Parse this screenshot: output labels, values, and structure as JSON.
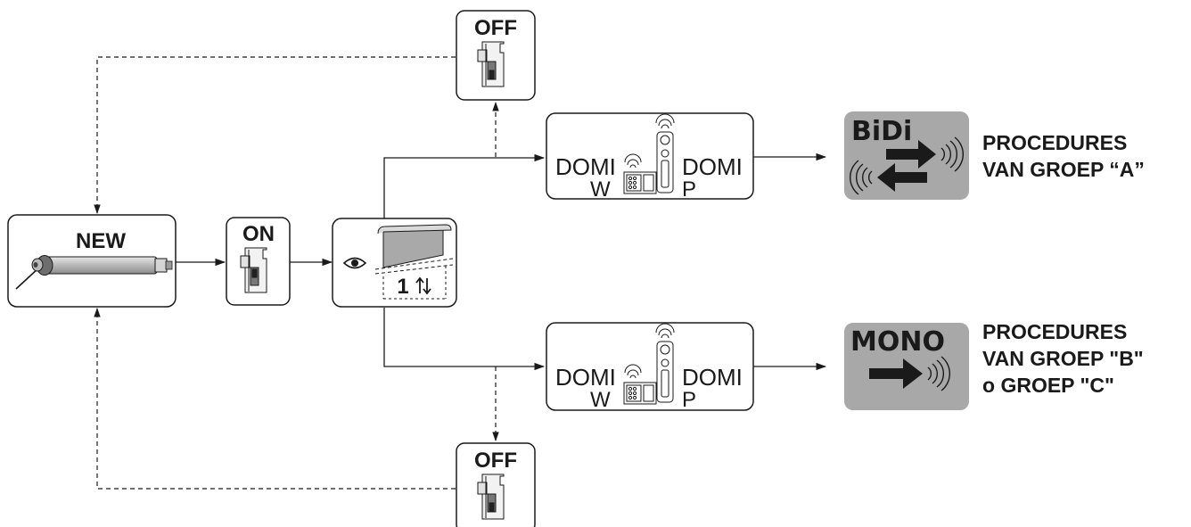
{
  "diagram": {
    "new_box": {
      "label": "NEW"
    },
    "on_box": {
      "label": "ON"
    },
    "off_top": {
      "label": "OFF"
    },
    "off_bottom": {
      "label": "OFF"
    },
    "step_box": {
      "label": "1"
    },
    "domi_top": {
      "left_line1": "DOMI",
      "left_line2": "W",
      "right_line1": "DOMI",
      "right_line2": "P"
    },
    "domi_bottom": {
      "left_line1": "DOMI",
      "left_line2": "W",
      "right_line1": "DOMI",
      "right_line2": "P"
    },
    "bidi_badge": {
      "label": "BiDi"
    },
    "mono_badge": {
      "label": "MONO"
    },
    "group_a": {
      "line1": "PROCEDURES",
      "line2": "VAN GROEP “A”"
    },
    "group_bc": {
      "line1": "PROCEDURES",
      "line2": "VAN GROEP \"B\"",
      "line3": "o GROEP \"C\""
    },
    "colors": {
      "stroke": "#1a1a1a",
      "badge_bg": "#a8a8a8",
      "motor_tube": "#c8c8c8"
    }
  }
}
